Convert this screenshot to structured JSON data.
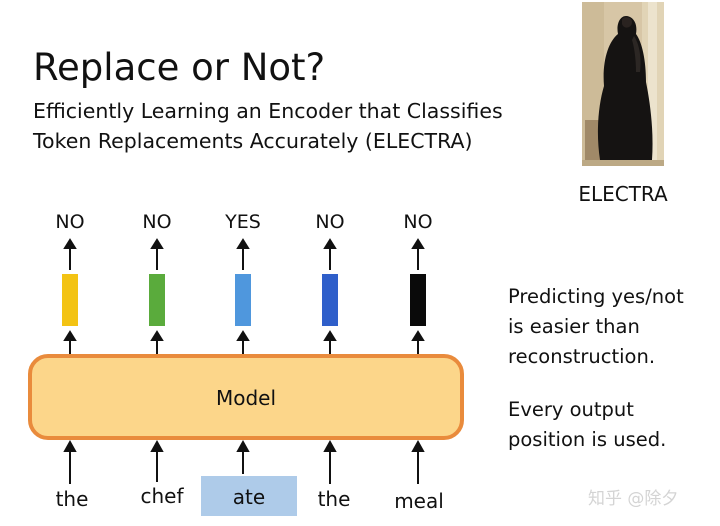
{
  "title": "Replace or Not?",
  "subtitle_lines": [
    "Efficiently Learning an Encoder that Classifies",
    "Token Replacements Accurately (ELECTRA)"
  ],
  "portrait_caption": "ELECTRA",
  "model_label": "Model",
  "outputs": [
    "NO",
    "NO",
    "YES",
    "NO",
    "NO"
  ],
  "inputs": [
    "the",
    "chef",
    "ate",
    "the",
    "meal"
  ],
  "replaced_token_index": 2,
  "output_colors": [
    "#f3c313",
    "#5aab3c",
    "#4f97dd",
    "#2f5fca",
    "#0a0a0a"
  ],
  "model_fill": "#fcd68a",
  "model_border": "#e98b3c",
  "highlight_fill": "#aecbe9",
  "notes": [
    [
      "Predicting yes/not",
      "is easier than",
      "reconstruction."
    ],
    [
      "Every output",
      "position is used."
    ]
  ],
  "watermark": "知乎 @除夕"
}
